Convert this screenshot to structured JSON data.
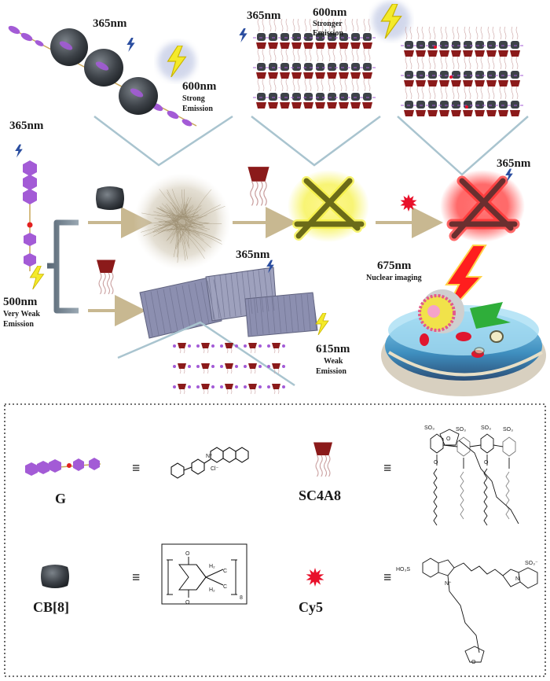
{
  "colors": {
    "guest_purple": "#a35bd6",
    "cb8_gray": "#3d4248",
    "sc4a8_red": "#8b1a1a",
    "nanorod_yellow": "#6b6b18",
    "glow_yellow": "#f5f03a",
    "glow_red": "#ff2a2a",
    "cy5_red": "#e8102a",
    "sheet_blue": "#8c8fb0",
    "arrow_tan": "#c8b891",
    "bracket_gray": "#6f7f8c",
    "frame_blue": "#a9c4cf"
  },
  "labels": {
    "top_left_excitation": "365nm",
    "top_left_emission_wl": "600nm",
    "top_left_emission_line1": "Strong",
    "top_left_emission_line2": "Emission",
    "top_mid_excitation": "365nm",
    "top_mid_emission_wl": "600nm",
    "top_mid_emission_text": "Stronger",
    "top_mid_emission_line2": "Emission",
    "left_excitation": "365nm",
    "guest_emission_wl": "500nm",
    "guest_emission_line1": "Very Weak",
    "guest_emission_line2": "Emission",
    "right_excitation": "365nm",
    "imaging_wl": "675nm",
    "imaging_text": "Nuclear imaging",
    "sheet_excitation": "365nm",
    "sheet_emission_wl": "615nm",
    "sheet_emission_line1": "Weak",
    "sheet_emission_line2": "Emission"
  },
  "legend": {
    "equiv_symbol": "≡",
    "g_name": "G",
    "sc4a8_name": "SC4A8",
    "cb8_name": "CB[8]",
    "cy5_name": "Cy5",
    "chem_cl": "Cl⁻",
    "chem_n_plus": "N⁺",
    "chem_n": "N",
    "chem_o": "O",
    "chem_h2": "H₂",
    "chem_c": "C",
    "chem_8": "8",
    "chem_so3": "SO₃",
    "chem_so3_minus": "SO₃⁻",
    "chem_hso3": "HO₃S",
    "chem_o_minus": "O⁻"
  },
  "icons": {
    "excitation": "lightning-bolt-icon",
    "emission": "glowing-bolt-icon",
    "dye": "star-burst-icon"
  }
}
